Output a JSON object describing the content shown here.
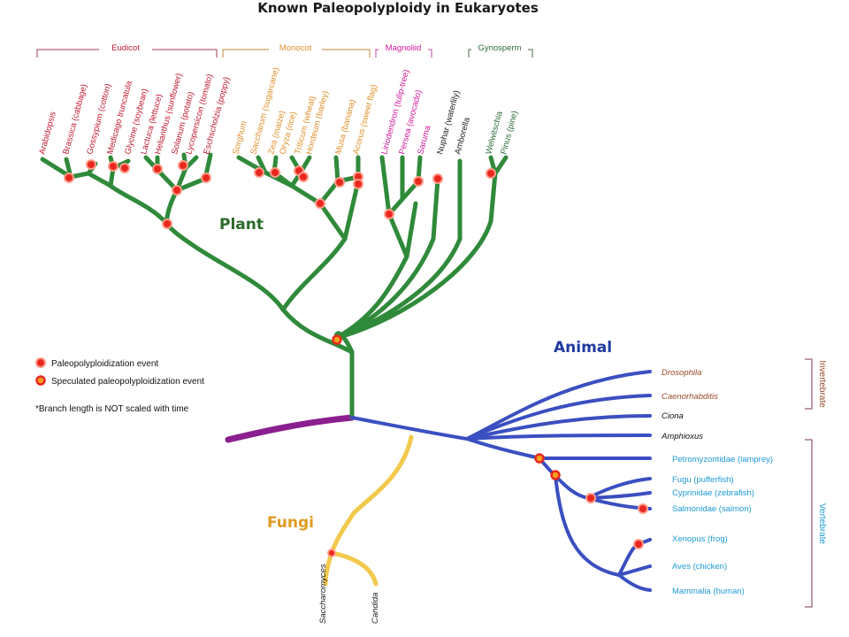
{
  "title": "Known Paleopolyploidy in Eukaryotes",
  "colors": {
    "plant": "#2f8a3a",
    "animal": "#3a4fc0",
    "fungi": "#f2c94c",
    "root": "#8b1f8f",
    "eudicot": "#c0182e",
    "monocot": "#e0902a",
    "magnoliid": "#d4189a",
    "gymnosperm": "#2f6b3a",
    "vertebrate": "#1e9ad6",
    "invertebrate": "#9a4a2a",
    "event": "#e8281e"
  },
  "groups": {
    "eudicot": "Eudicot",
    "monocot": "Monocot",
    "magnoliid": "Magnoliid",
    "gymnosperm": "Gynosperm"
  },
  "plant_leaves": [
    "Arabidopsis",
    "Brassica (cabbage)",
    "Gossypium (cotton)",
    "Medicago truncatula",
    "Glycine (soybean)",
    "Lactuca (lettuce)",
    "Helianthus (sunflower)",
    "Solanum (potato)",
    "Lycopersicon (tomato)",
    "Eschscholzia (poppy)",
    "Sorghum",
    "Saccharum (sugarcane)",
    "Zea (maize)",
    "Oryza (rice)",
    "Triticum (wheat)",
    "Hordeum (barley)",
    "Musa (banana)",
    "Acorus (sweet flag)",
    "Liriodendron (tulip-tree)",
    "Persea (avocado)",
    "Saruma",
    "Nuphar (waterlily)",
    "Amborella",
    "Welwitschia",
    "Pinus (pine)"
  ],
  "kingdoms": {
    "plant": "Plant",
    "animal": "Animal",
    "fungi": "Fungi"
  },
  "legend": {
    "event": "Paleopolyploidization event",
    "speculated": "Speculated paleopolyploidization event",
    "note": "*Branch length is NOT scaled with time"
  },
  "animal_leaves": [
    "Drosophila",
    "Caenorhabditis",
    "Ciona",
    "Amphioxus",
    "Petromyzontidae (lamprey)",
    "Fugu (pufferfish)",
    "Cyprinidae (zebrafish)",
    "Salmonidae (salmon)",
    "Xenopus (frog)",
    "Aves (chicken)",
    "Mammalia (human)"
  ],
  "animal_groups": {
    "invertebrate": "Invertebrate",
    "vertebrate": "Vertebrate"
  },
  "fungi_leaves": [
    "Saccharomyces",
    "Candida"
  ]
}
